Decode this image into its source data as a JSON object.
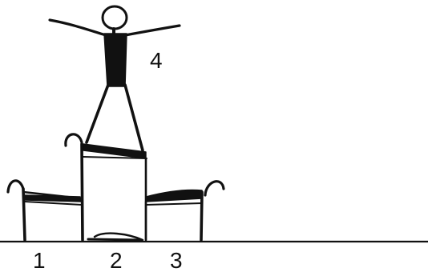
{
  "labels": {
    "one": "1",
    "two": "2",
    "three": "3",
    "four": "4"
  },
  "colors": {
    "ink": "#111111",
    "background": "#ffffff"
  }
}
